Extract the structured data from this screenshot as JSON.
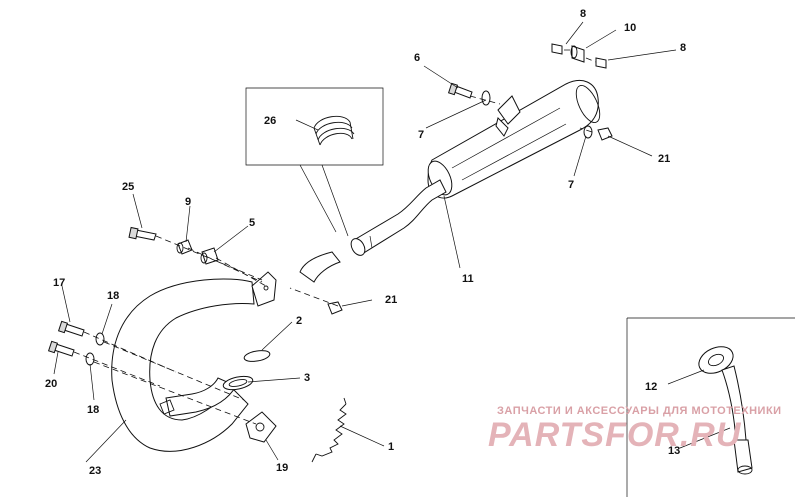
{
  "callouts": [
    {
      "id": "c1",
      "label": "1"
    },
    {
      "id": "c2",
      "label": "2"
    },
    {
      "id": "c3",
      "label": "3"
    },
    {
      "id": "c5",
      "label": "5"
    },
    {
      "id": "c6",
      "label": "6"
    },
    {
      "id": "c7a",
      "label": "7"
    },
    {
      "id": "c7b",
      "label": "7"
    },
    {
      "id": "c8a",
      "label": "8"
    },
    {
      "id": "c8b",
      "label": "8"
    },
    {
      "id": "c9",
      "label": "9"
    },
    {
      "id": "c10",
      "label": "10"
    },
    {
      "id": "c11",
      "label": "11"
    },
    {
      "id": "c12",
      "label": "12"
    },
    {
      "id": "c13",
      "label": "13"
    },
    {
      "id": "c17",
      "label": "17"
    },
    {
      "id": "c18a",
      "label": "18"
    },
    {
      "id": "c18b",
      "label": "18"
    },
    {
      "id": "c19",
      "label": "19"
    },
    {
      "id": "c20",
      "label": "20"
    },
    {
      "id": "c21a",
      "label": "21"
    },
    {
      "id": "c21b",
      "label": "21"
    },
    {
      "id": "c23",
      "label": "23"
    },
    {
      "id": "c25",
      "label": "25"
    },
    {
      "id": "c26",
      "label": "26"
    }
  ],
  "watermark": {
    "tagline": "ЗАПЧАСТИ И АКСЕССУАРЫ ДЛЯ МОТОТЕХНИКИ",
    "brand": "PARTSFOR.RU",
    "tagline_color": "#d9a0a6",
    "brand_color": "#e4b3b8"
  }
}
